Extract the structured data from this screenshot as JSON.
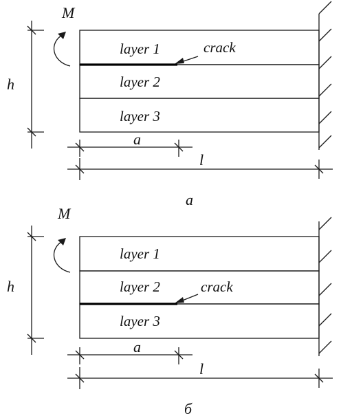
{
  "panels": [
    {
      "moment_label": "M",
      "height_label": "h",
      "crack_label": "crack",
      "crack_length_label": "a",
      "span_label": "l",
      "caption": "a",
      "layers": [
        "layer 1",
        "layer 2",
        "layer 3"
      ],
      "crack_between_layers": [
        1,
        2
      ]
    },
    {
      "moment_label": "M",
      "height_label": "h",
      "crack_label": "crack",
      "crack_length_label": "a",
      "span_label": "l",
      "caption": "б",
      "layers": [
        "layer 1",
        "layer 2",
        "layer 3"
      ],
      "crack_between_layers": [
        2,
        3
      ]
    }
  ]
}
